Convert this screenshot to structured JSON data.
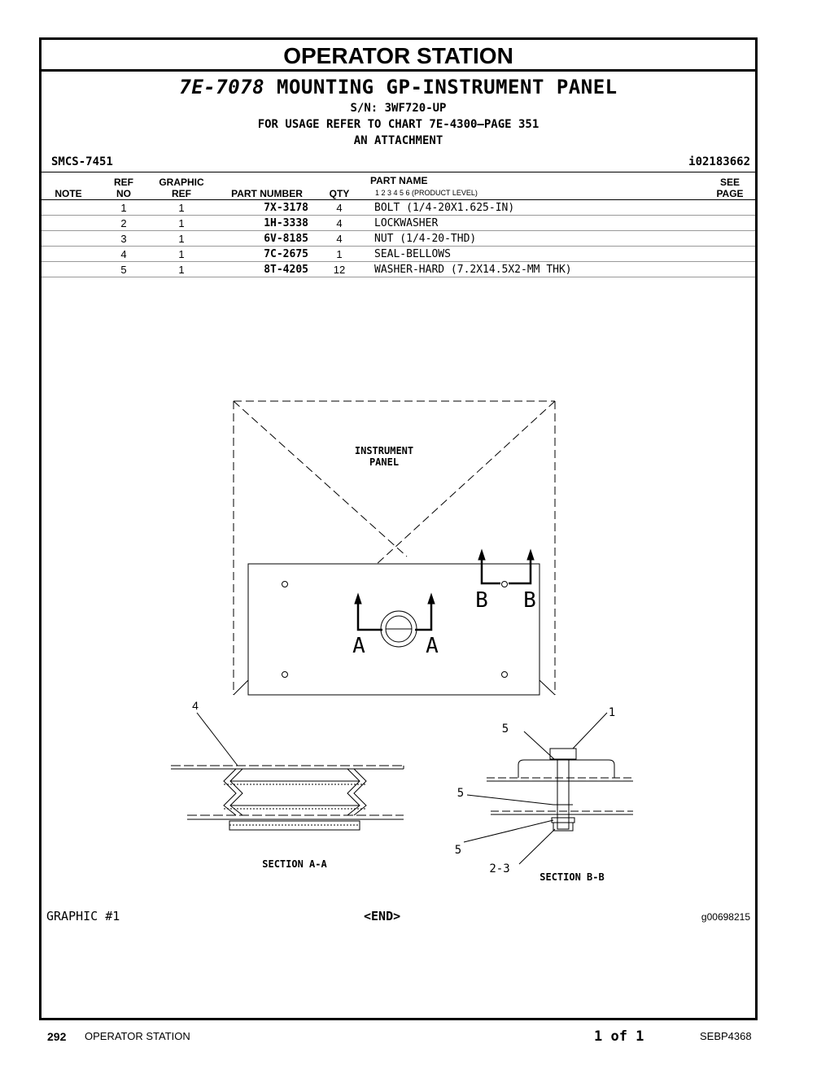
{
  "section_title": "OPERATOR STATION",
  "group": {
    "part_number": "7E-7078",
    "title": "MOUNTING GP-INSTRUMENT PANEL",
    "serial": "S/N: 3WF720-UP",
    "usage": "FOR USAGE REFER TO CHART 7E-4300—PAGE 351",
    "attachment": "AN ATTACHMENT"
  },
  "smcs": "SMCS-7451",
  "ident": "i02183662",
  "columns": {
    "note": "NOTE",
    "ref_top": "REF",
    "ref_bottom": "NO",
    "graphic_top": "GRAPHIC",
    "graphic_bottom": "REF",
    "part_number": "PART NUMBER",
    "qty": "QTY",
    "part_name": "PART NAME",
    "product_level": "1 2 3 4 5 6 (PRODUCT LEVEL)",
    "see_top": "SEE",
    "see_bottom": "PAGE"
  },
  "parts": [
    {
      "ref": "1",
      "graphic_ref": "1",
      "part_number": "7X-3178",
      "qty": "4",
      "name": "BOLT (1/4-20X1.625-IN)"
    },
    {
      "ref": "2",
      "graphic_ref": "1",
      "part_number": "1H-3338",
      "qty": "4",
      "name": "LOCKWASHER"
    },
    {
      "ref": "3",
      "graphic_ref": "1",
      "part_number": "6V-8185",
      "qty": "4",
      "name": "NUT (1/4-20-THD)"
    },
    {
      "ref": "4",
      "graphic_ref": "1",
      "part_number": "7C-2675",
      "qty": "1",
      "name": "SEAL-BELLOWS"
    },
    {
      "ref": "5",
      "graphic_ref": "1",
      "part_number": "8T-4205",
      "qty": "12",
      "name": "WASHER-HARD (7.2X14.5X2-MM THK)"
    }
  ],
  "drawing": {
    "panel_label_1": "INSTRUMENT",
    "panel_label_2": "PANEL",
    "section_a_letter": "A",
    "section_b_letter": "B",
    "callout_1": "1",
    "callout_4": "4",
    "callout_5": "5",
    "callout_23": "2-3",
    "section_aa": "SECTION A-A",
    "section_bb": "SECTION B-B"
  },
  "graphic_label": "GRAPHIC #1",
  "end_label": "<END>",
  "graphic_number": "g00698215",
  "footer": {
    "page_number": "292",
    "section": "OPERATOR STATION",
    "page_of": "1 of 1",
    "doc_id": "SEBP4368"
  }
}
